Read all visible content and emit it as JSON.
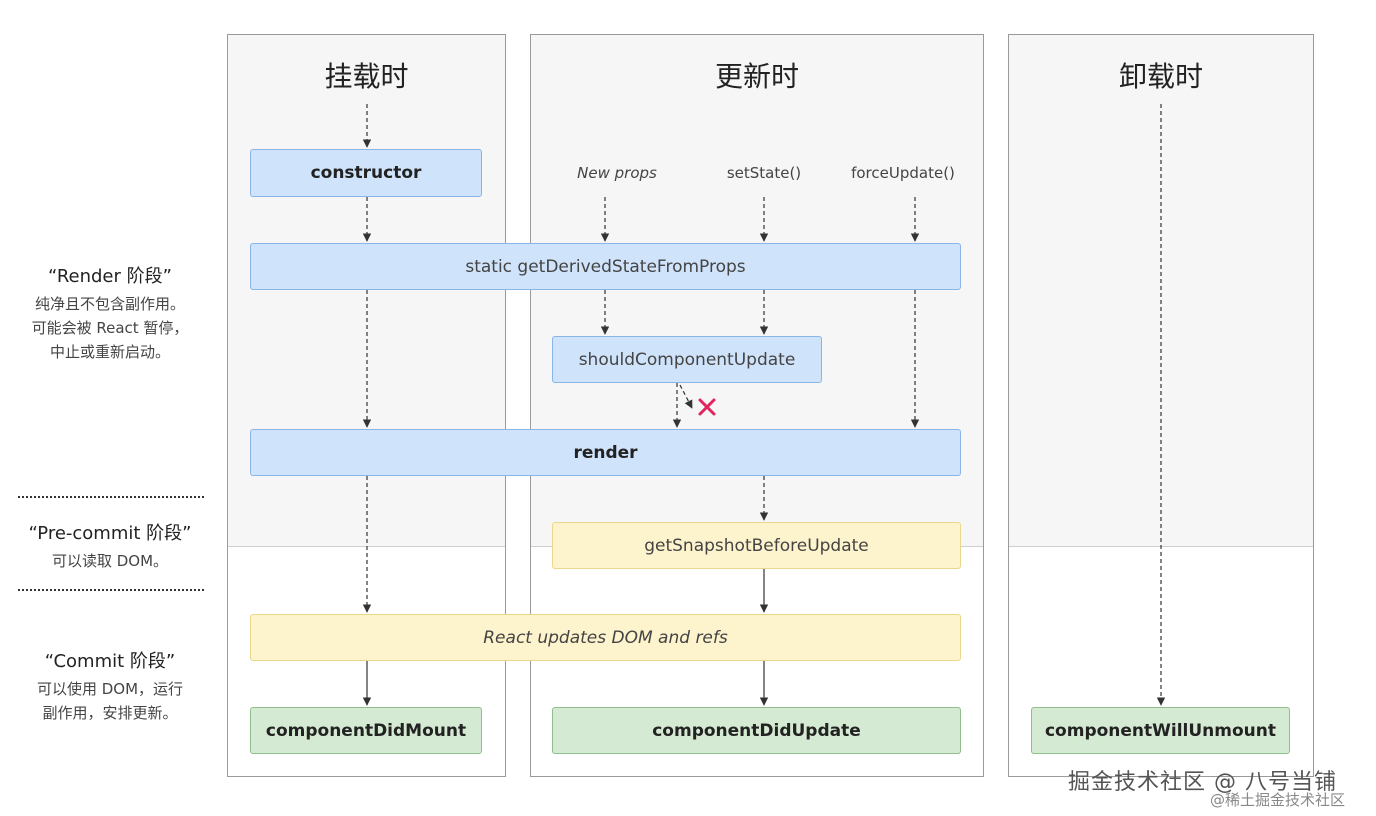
{
  "panels": {
    "mount": {
      "title": "挂载时"
    },
    "update": {
      "title": "更新时"
    },
    "unmount": {
      "title": "卸载时"
    }
  },
  "triggers": {
    "new_props": "New props",
    "set_state": "setState()",
    "force_update": "forceUpdate()"
  },
  "methods": {
    "constructor": "constructor",
    "get_derived_state": "static getDerivedStateFromProps",
    "should_component_update": "shouldComponentUpdate",
    "render": "render",
    "get_snapshot": "getSnapshotBeforeUpdate",
    "react_updates": "React updates DOM and refs",
    "component_did_mount": "componentDidMount",
    "component_did_update": "componentDidUpdate",
    "component_will_unmount": "componentWillUnmount"
  },
  "phases": {
    "render": {
      "title": "“Render 阶段”",
      "desc_lines": [
        "纯净且不包含副作用。",
        "可能会被 React 暂停，",
        "中止或重新启动。"
      ]
    },
    "precommit": {
      "title": "“Pre-commit 阶段”",
      "desc_lines": [
        "可以读取 DOM。"
      ]
    },
    "commit": {
      "title": "“Commit 阶段”",
      "desc_lines": [
        "可以使用 DOM，运行",
        "副作用，安排更新。"
      ]
    }
  },
  "watermark": {
    "main": "掘金技术社区 @ 八号当铺",
    "sub": "@稀土掘金技术社区"
  },
  "colors": {
    "render_box": "#cfe3fb",
    "commit_box": "#fdf3cc",
    "lifecycle_done_box": "#d5ead2",
    "cancel_mark": "#e0245e"
  }
}
